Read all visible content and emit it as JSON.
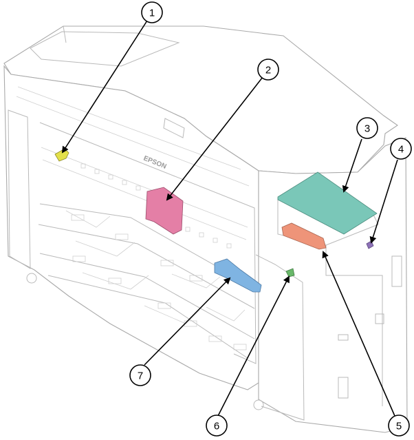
{
  "brand_label": "EPSON",
  "colors": {
    "part1": "#e3e04a",
    "part2": "#e47fa6",
    "part3": "#7ac7b8",
    "part4": "#8e72b8",
    "part5": "#ee9479",
    "part6": "#69b86a",
    "part7": "#7fb4e2"
  },
  "callouts": [
    {
      "id": "1",
      "label": "1"
    },
    {
      "id": "2",
      "label": "2"
    },
    {
      "id": "3",
      "label": "3"
    },
    {
      "id": "4",
      "label": "4"
    },
    {
      "id": "5",
      "label": "5"
    },
    {
      "id": "6",
      "label": "6"
    },
    {
      "id": "7",
      "label": "7"
    }
  ]
}
